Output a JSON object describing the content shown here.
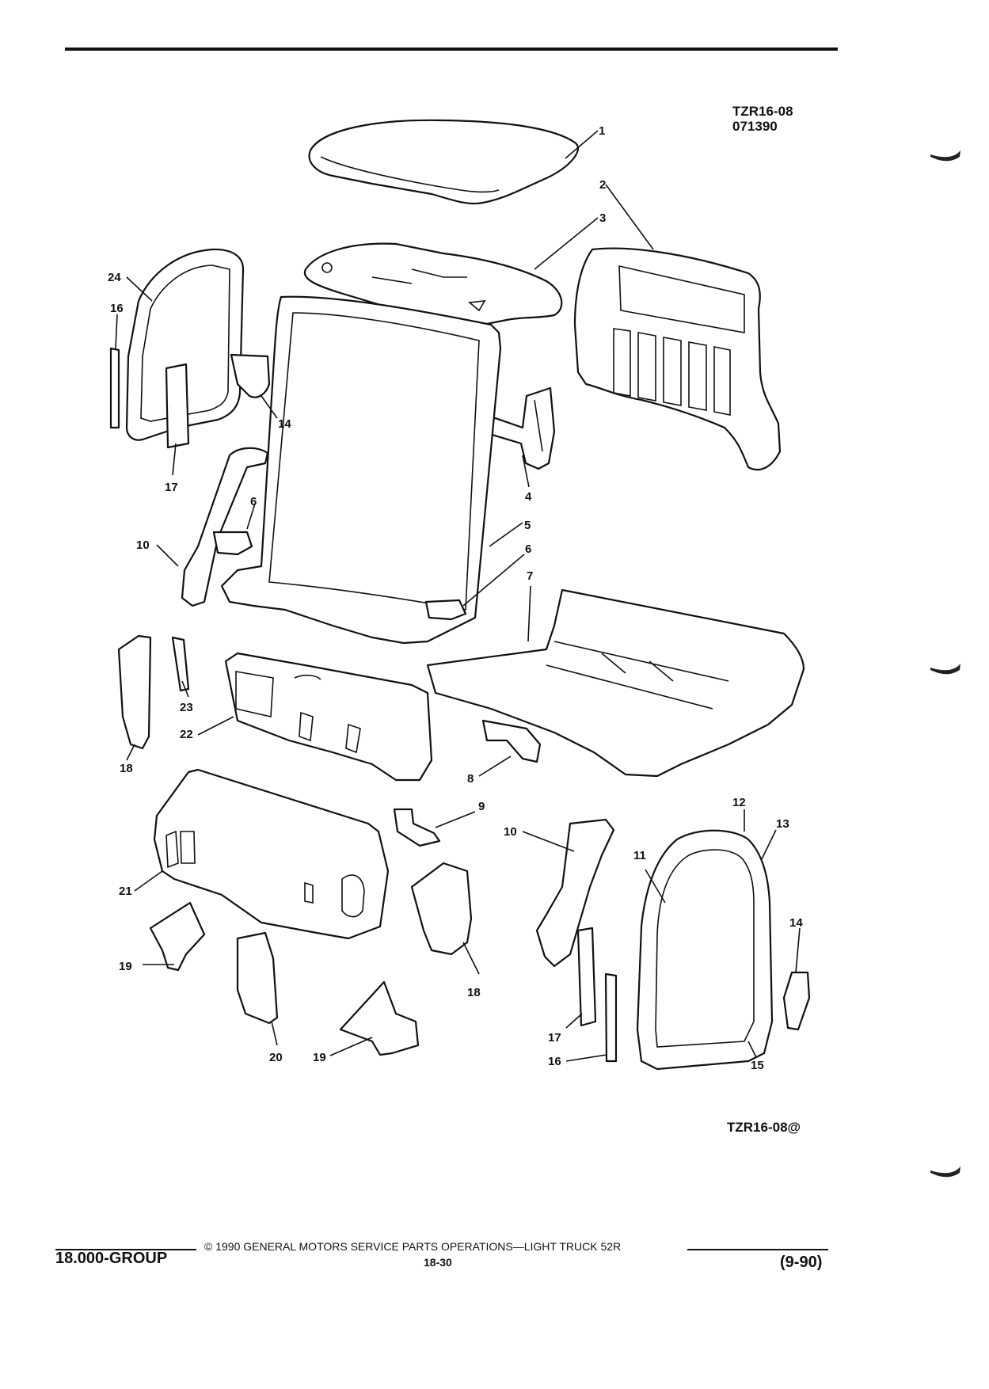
{
  "header": {
    "ref_code": "TZR16-08",
    "ref_date": "071390"
  },
  "figure_ref": "TZR16-08@",
  "callouts": {
    "c1": "1",
    "c2": "2",
    "c3": "3",
    "c4": "4",
    "c5": "5",
    "c6a": "6",
    "c6b": "6",
    "c7": "7",
    "c8": "8",
    "c9": "9",
    "c10a": "10",
    "c10b": "10",
    "c11": "11",
    "c12": "12",
    "c13": "13",
    "c14a": "14",
    "c14b": "14",
    "c15": "15",
    "c16a": "16",
    "c16b": "16",
    "c17a": "17",
    "c17b": "17",
    "c18a": "18",
    "c18b": "18",
    "c19a": "19",
    "c19b": "19",
    "c20": "20",
    "c21": "21",
    "c22": "22",
    "c23": "23",
    "c24": "24"
  },
  "footer": {
    "group": "18.000-GROUP",
    "copyright": "© 1990 GENERAL MOTORS SERVICE PARTS OPERATIONS—LIGHT TRUCK 52R",
    "page_number": "18-30",
    "revision": "(9-90)"
  }
}
